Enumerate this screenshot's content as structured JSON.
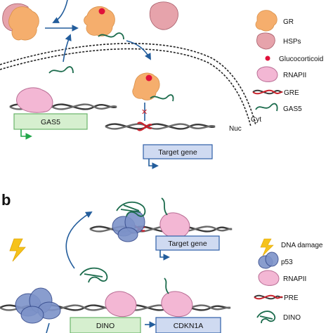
{
  "panel_b_letter": "b",
  "compartments": {
    "cytoplasm": "Cyt",
    "nucleus": "Nuc"
  },
  "gene_labels": {
    "gas5": "GAS5",
    "target_gene_a": "Target gene",
    "target_gene_b": "Target gene",
    "dino": "DINO",
    "cdkn1a": "CDKN1A"
  },
  "legend_a": [
    "GR",
    "HSPs",
    "Glucocorticoid",
    "RNAPII",
    "GRE",
    "GAS5"
  ],
  "legend_b": [
    "DNA damage",
    "p53",
    "RNAPII",
    "PRE",
    "DINO"
  ],
  "colors": {
    "gr": "#f5ae6d",
    "hsp": "#e6a3ab",
    "glucocorticoid": "#e0113a",
    "rnapii": "#f3b7d4",
    "gas5_rna": "#1b6b4c",
    "p53": "#7d93c9",
    "pre": "#c8202a",
    "arrow": "#235d9c",
    "gene_box_green": "#d6efcf",
    "gene_box_blue": "#cfdaf1",
    "dna_damage": "#f5c21b"
  }
}
